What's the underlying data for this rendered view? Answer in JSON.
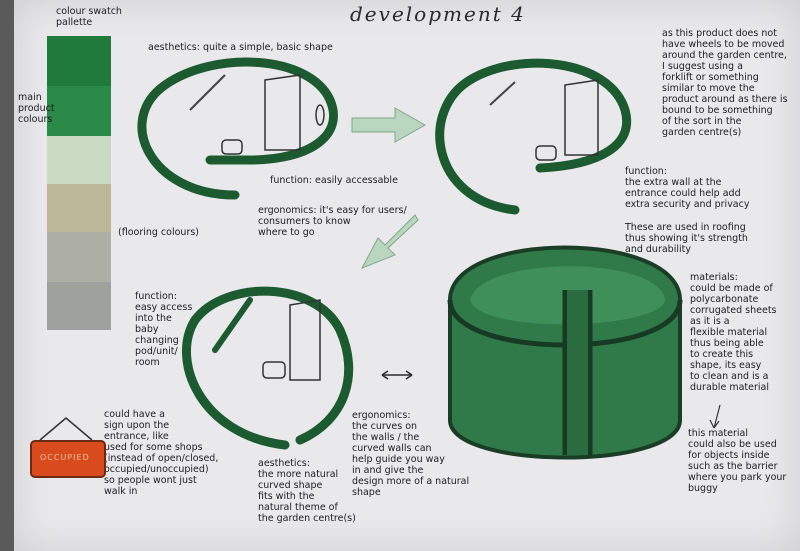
{
  "title": "development 4",
  "swatch": {
    "header": "colour swatch\npallette",
    "main_label": "main\nproduct\ncolours",
    "flooring_label": "(flooring colours)",
    "colors": [
      "#1f7a3c",
      "#2b8a48",
      "#c9d9c2",
      "#bdb79a",
      "#aeb0a6",
      "#9fa19e"
    ]
  },
  "notes": {
    "aesthetics_top": "aesthetics: quite a simple, basic shape",
    "function_top": "function: easily accessable",
    "ergonomics_top": "ergonomics: it's easy for users/\nconsumers to know\nwhere to go",
    "wheels_note": "as this product does not\nhave wheels to be moved\naround the garden centre,\nI suggest using a\nforklift or something\nsimilar to move the\nproduct around as there is\nbound to be something\nof the sort in the\ngarden centre(s)",
    "function_right": "function:\nthe extra wall at the\nentrance could help add\nextra security and privacy",
    "roofing": "These are used in roofing\nthus showing it's strength\nand durability",
    "materials": "materials:\ncould be made of\npolycarbonate\ncorrugated sheets\nas it is a\nflexible material\nthus being able\nto create this\nshape, its easy\nto clean and is a\ndurable material",
    "function_left": "function:\neasy access\ninto the\nbaby\nchanging\npod/unit/\nroom",
    "sign_note": "could have a\nsign upon the\nentrance, like\nused for some shops\n(instead of open/closed,\noccupied/unoccupied)\nso people wont just\nwalk in",
    "aesthetics_bottom": "aesthetics:\nthe more natural\ncurved shape\nfits with the\nnatural theme of\nthe garden centre(s)",
    "ergonomics_bottom": "ergonomics:\nthe curves on\nthe walls / the\ncurved walls can\nhelp guide you way\nin and give the\ndesign more of a natural\nshape",
    "barrier_note": "this material\ncould also be used\nfor objects inside\nsuch as the barrier\nwhere you park your\nbuggy"
  },
  "sign": {
    "text": "OCCUPIED"
  }
}
